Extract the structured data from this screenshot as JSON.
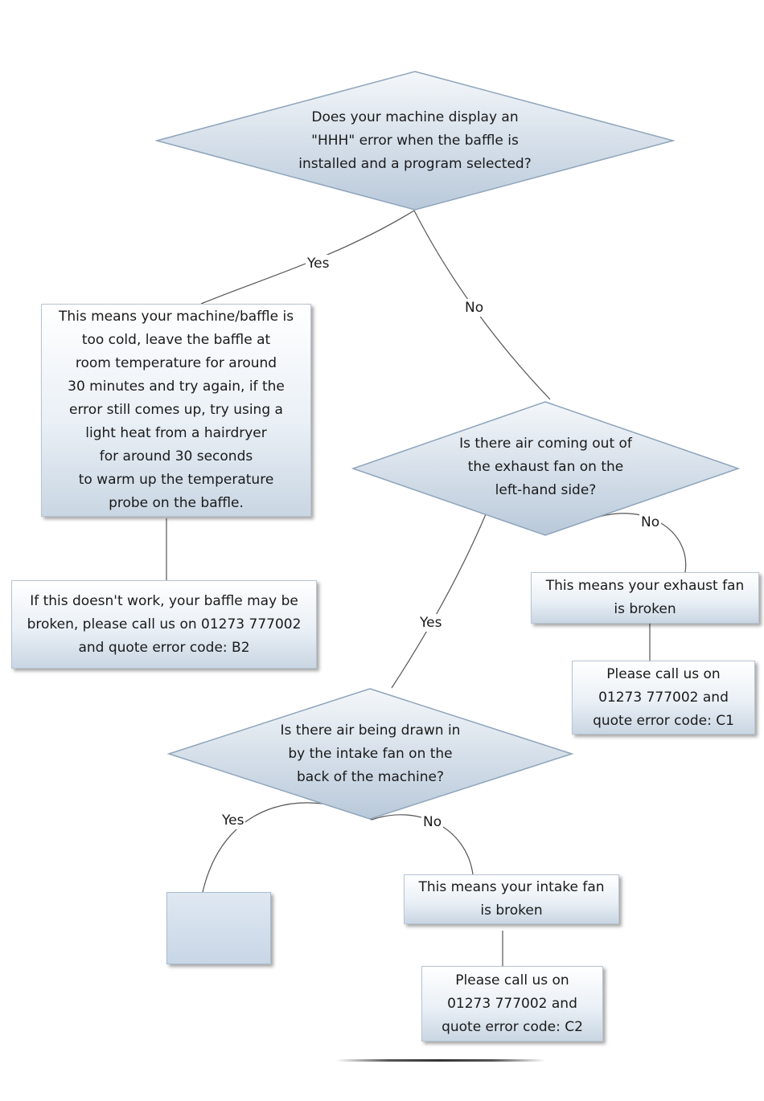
{
  "decisions": {
    "d1": "Does your machine display an\n\"HHH\" error when the baffle is\ninstalled and a program selected?",
    "d2": "Is there air coming out of\nthe exhaust fan on the\nleft-hand side?",
    "d3": "Is there air being drawn in\nby the intake fan on the\nback of the machine?"
  },
  "boxes": {
    "cold": "This means your machine/baffle is\ntoo cold, leave the baffle at\nroom temperature for around\n30 minutes and try again, if the\nerror still comes up, try using a\nlight heat from a hairdryer\nfor around 30 seconds\nto warm up the temperature\nprobe on the baffle.",
    "b2": "If this doesn't work, your baffle may be\nbroken, please call us on 01273 777002\nand quote error code: B2",
    "exhaust": "This means your exhaust fan\nis broken",
    "c1": "Please call us on\n01273 777002 and\nquote error code: C1",
    "intake": "This means your intake fan\nis broken",
    "c2": "Please call us on\n01273 777002 and\nquote error code: C2",
    "empty": ""
  },
  "labels": {
    "d1_yes": "Yes",
    "d1_no": "No",
    "d2_no": "No",
    "d2_yes": "Yes",
    "d3_yes": "Yes",
    "d3_no": "No"
  },
  "colors": {
    "shape_top": "#f4f7fa",
    "shape_bottom": "#b9c9da",
    "shape_border": "#8fa5bb",
    "connector": "#555555"
  }
}
